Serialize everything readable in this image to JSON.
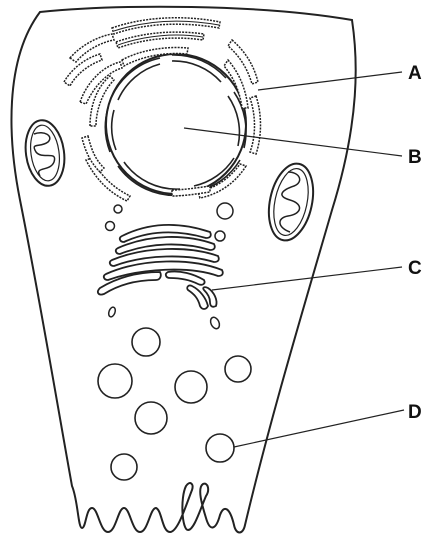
{
  "diagram": {
    "labels": [
      {
        "id": "a",
        "text": "A"
      },
      {
        "id": "b",
        "text": "B"
      },
      {
        "id": "c",
        "text": "C"
      },
      {
        "id": "d",
        "text": "D"
      }
    ],
    "colors": {
      "stroke": "#222222",
      "fill": "#ffffff",
      "text": "#111111"
    }
  }
}
